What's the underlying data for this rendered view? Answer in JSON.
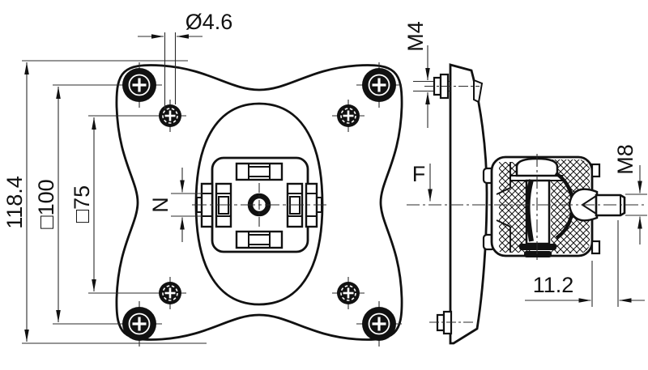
{
  "colors": {
    "background": "#ffffff",
    "line": "#111111",
    "dim_line": "#2b2b2b"
  },
  "labels": {
    "hole_diameter": "Ø4.6",
    "overall_size": "118.4",
    "outer_pattern": "□100",
    "inner_pattern": "□75",
    "tab_dim": "N",
    "top_screw_thread": "M4",
    "force": "F",
    "stud_thread": "M8",
    "stud_length": "11.2"
  }
}
